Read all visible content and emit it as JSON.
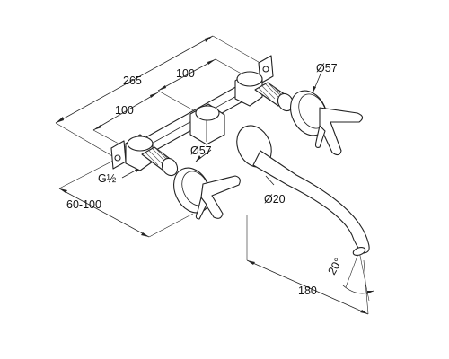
{
  "dimensions": {
    "overall_width": "265",
    "spacing_right": "100",
    "spacing_left": "100",
    "handle_right_diameter": "Ø57",
    "handle_left_diameter": "Ø57",
    "thread": "G½",
    "wall_depth": "60-100",
    "spout_diameter": "Ø20",
    "spout_projection": "180",
    "spout_angle": "20°"
  }
}
